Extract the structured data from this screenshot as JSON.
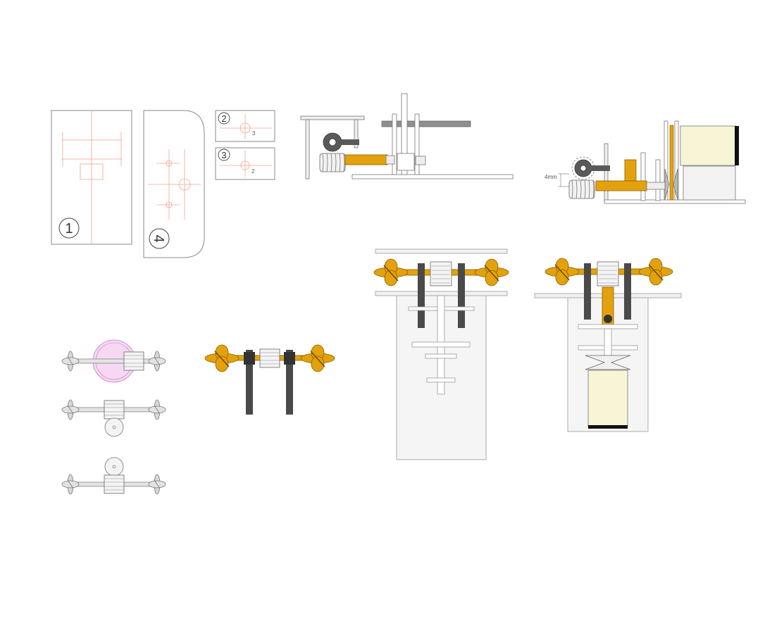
{
  "colors": {
    "outline": "#8a8a8a",
    "guide": "#f0a58c",
    "orange": "#e3a20c",
    "orange_stroke": "#8a5c00",
    "dark": "#4a4a4a",
    "light_gray": "#eeeeee",
    "panel": "#f5f5f5",
    "cream": "#f7f5d6",
    "pink": "#f6d8f2",
    "pink_stroke": "#c77ad0",
    "black": "#111111"
  },
  "parts": {
    "part1_label": "1",
    "part2_label": "2",
    "part3_label": "3",
    "part4_label": "4",
    "part2_hole_label": "3",
    "part3_hole_label": "2"
  },
  "side_view_right": {
    "dimension_label": "4mm"
  },
  "icons": [
    "worm-gear-icon",
    "spur-gear-icon",
    "propeller-icon",
    "motor-icon",
    "pulley-icon"
  ]
}
